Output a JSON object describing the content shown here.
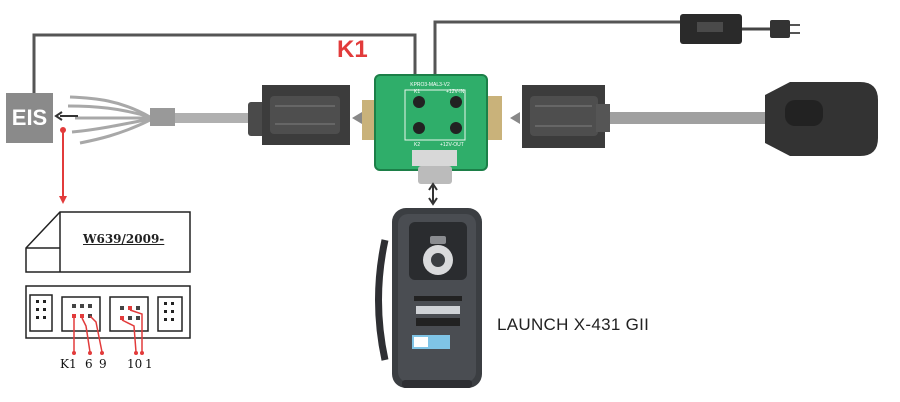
{
  "labels": {
    "eis": "EIS",
    "k1": "K1",
    "launch": "LAUNCH X-431 GII",
    "ecu_model": "W639/2009-"
  },
  "pins": [
    "K1",
    "6",
    "9",
    "10",
    "1"
  ],
  "board": {
    "top_text": "KPRO3-MAL3-V2",
    "k1": "K1",
    "k2": "K2",
    "v12_in": "+12V-IN",
    "v12_out": "+12V-OUT"
  },
  "colors": {
    "accent_red": "#e23b3b",
    "cable_gray": "#9a9a9a",
    "wire_dark": "#555555",
    "board_green": "#2fae6a",
    "device_dark": "#3b3e42"
  }
}
